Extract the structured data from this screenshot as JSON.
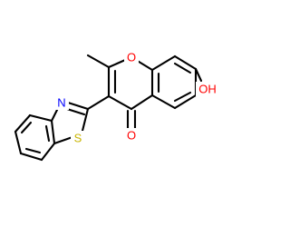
{
  "molecule": {
    "atoms": {
      "ring_oxygen": {
        "symbol": "O",
        "color": "#ff0000"
      },
      "hydroxyl": {
        "symbol": "OH",
        "color": "#ff0000"
      },
      "carbonyl_oxygen": {
        "symbol": "O",
        "color": "#ff0000"
      },
      "thiazole_nitrogen": {
        "symbol": "N",
        "color": "#0000ff"
      },
      "thiazole_sulfur": {
        "symbol": "S",
        "color": "#c8b400"
      }
    },
    "bond_color": "#000000"
  }
}
